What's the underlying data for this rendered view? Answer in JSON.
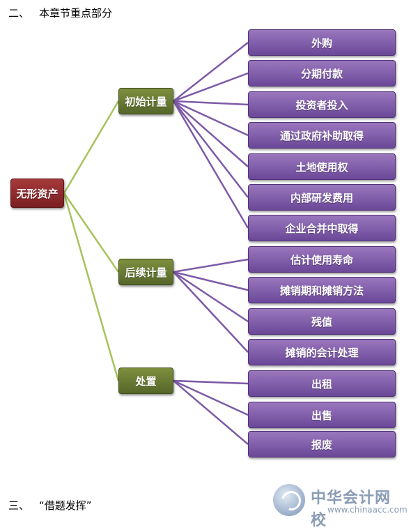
{
  "headings": {
    "top": {
      "number": "二、",
      "text": "本章节重点部分"
    },
    "bottom": {
      "number": "三、",
      "text": "“借题发挥”"
    }
  },
  "diagram": {
    "root": "无形资产",
    "branches": [
      {
        "label": "初始计量",
        "children": [
          "外购",
          "分期付款",
          "投资者投入",
          "通过政府补助取得",
          "土地使用权",
          "内部研发费用",
          "企业合并中取得"
        ]
      },
      {
        "label": "后续计量",
        "children": [
          "估计使用寿命",
          "摊销期和摊销方法",
          "残值",
          "摊销的会计处理"
        ]
      },
      {
        "label": "处置",
        "children": [
          "出租",
          "出售",
          "报废"
        ]
      }
    ],
    "colors": {
      "root": "#8e2a2c",
      "branch": "#6a7a34",
      "leaf": "#7d5aa8",
      "connector_root": "#a7c25c",
      "connector_leaf": "#7d5aa8"
    }
  },
  "watermark": {
    "name": "中华会计网校",
    "url": "www.chinaacc.com",
    "icon": "chinaacc-logo-icon"
  }
}
